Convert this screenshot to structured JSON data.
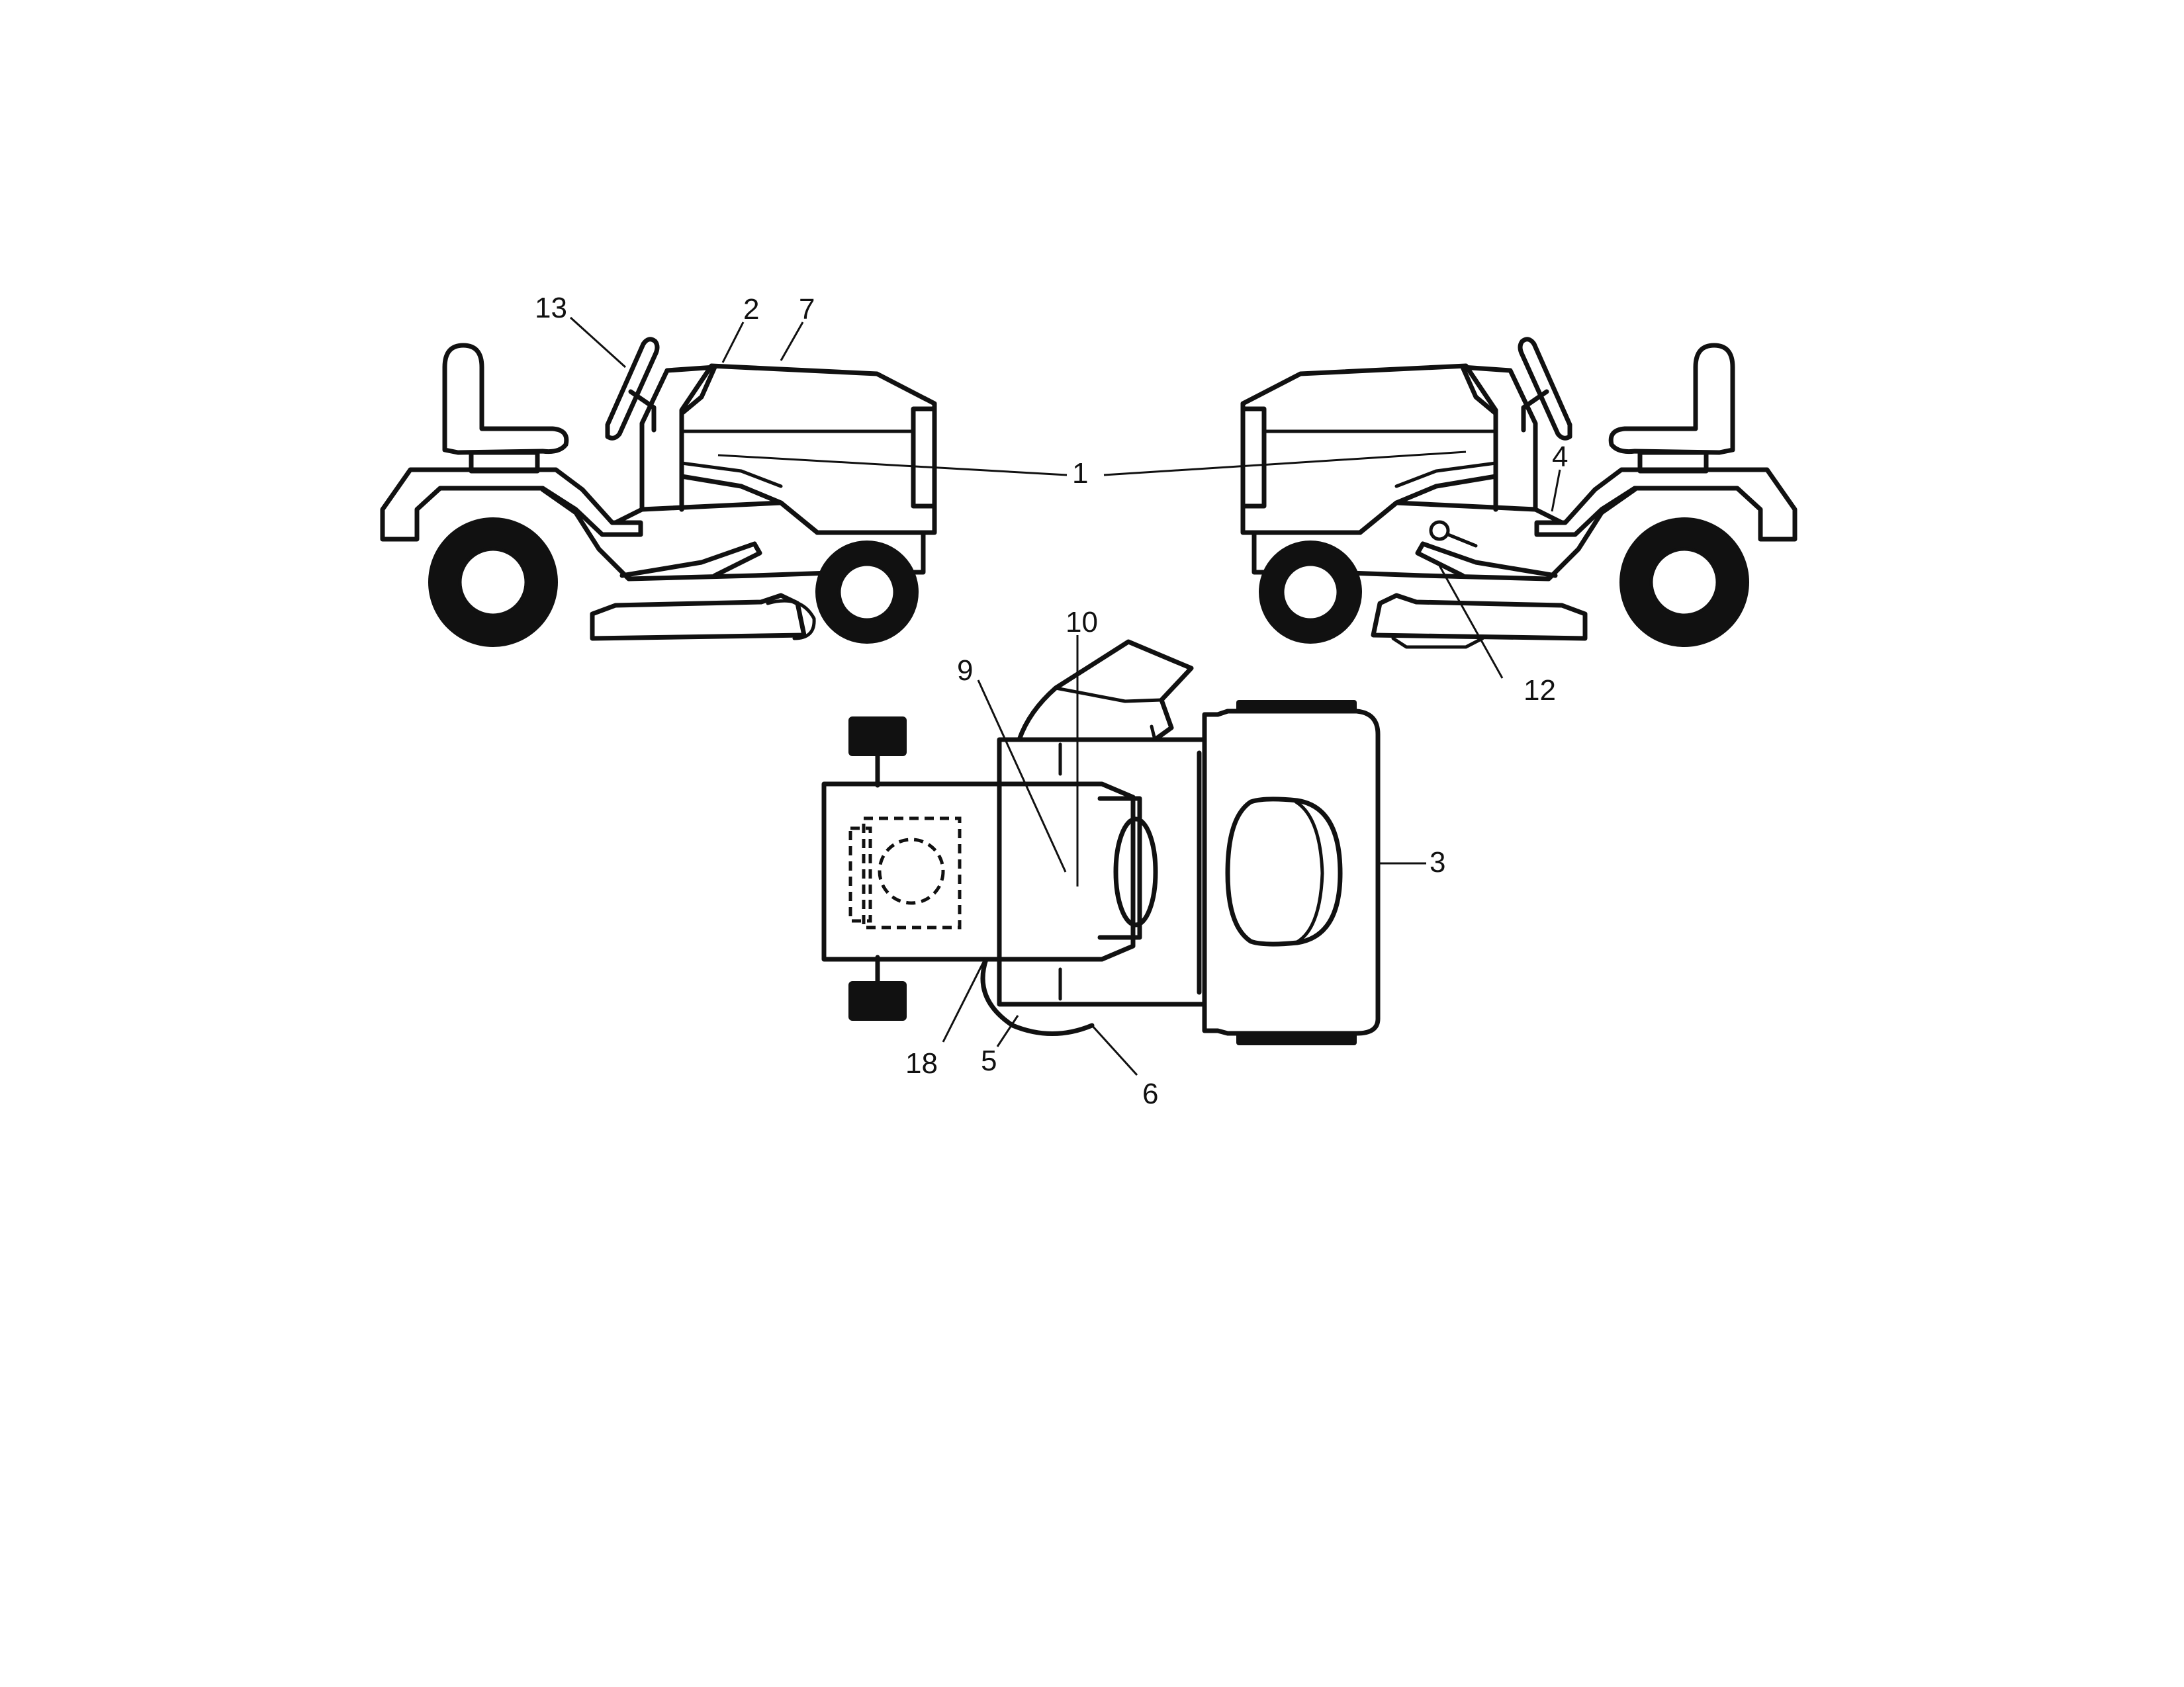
{
  "callouts": {
    "c1": "1",
    "c2": "2",
    "c3": "3",
    "c4": "4",
    "c5": "5",
    "c6": "6",
    "c7": "7",
    "c9": "9",
    "c10": "10",
    "c12": "12",
    "c13": "13",
    "c18": "18"
  },
  "colors": {
    "ink": "#111111",
    "background": "#ffffff"
  }
}
